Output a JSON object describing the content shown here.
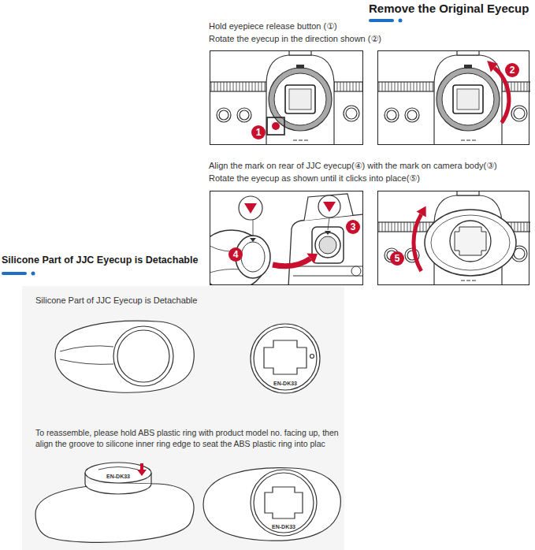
{
  "diagram": {
    "title": "Remove the Original Eyecup",
    "nodes": [
      {
        "text": [
          "1"
        ]
      },
      {
        "text": [
          "2"
        ]
      },
      {
        "text": [
          "4",
          "3"
        ]
      },
      {
        "text": [
          "5"
        ]
      },
      {
        "text": [
          "Silicone Part of JJC Eyecup is Detachable",
          "To reassemble, please hold ABS plastic ring with product model no. facing up, then align the groove to silicone inner ring edge to seat the ABS plastic ring into plac"
        ]
      }
    ],
    "labels": [
      "Hold eyepiece release button (①)",
      "Rotate the eyecup in the direction shown (②)",
      "Align the mark on rear of JJC eyecup(④) with the mark on camera body(③)",
      "Rotate the eyecup as shown until it clicks into place(⑤)",
      "Silicone Part of JJC Eyecup is Detachable",
      "EN-DK33",
      "EN-DK33",
      "EN-DK33"
    ]
  }
}
